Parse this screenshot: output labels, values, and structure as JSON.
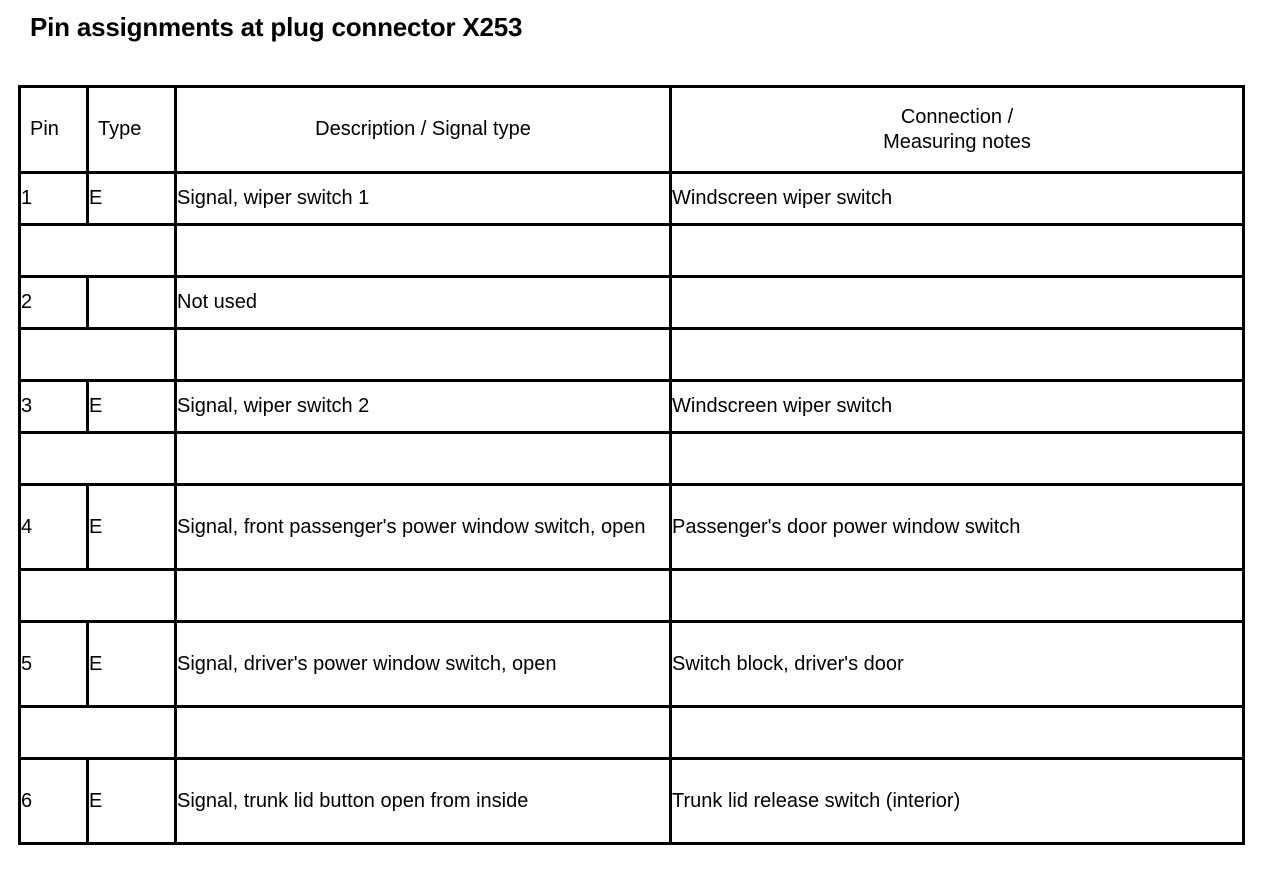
{
  "document": {
    "title": "Pin assignments at plug connector X253"
  },
  "table": {
    "headers": {
      "pin": "Pin",
      "type": "Type",
      "description": "Description / Signal type",
      "connection_line1": "Connection /",
      "connection_line2": "Measuring notes"
    },
    "rows": [
      {
        "kind": "data",
        "pin": "1",
        "type": "E",
        "description": "Signal, wiper switch 1",
        "connection": "Windscreen wiper switch",
        "multiline": false
      },
      {
        "kind": "spacer",
        "pin": "",
        "type": "",
        "description": "",
        "connection": "",
        "multiline": false
      },
      {
        "kind": "data",
        "pin": "2",
        "type": "",
        "description": "Not used",
        "connection": "",
        "multiline": false
      },
      {
        "kind": "spacer",
        "pin": "",
        "type": "",
        "description": "",
        "connection": "",
        "multiline": false
      },
      {
        "kind": "data",
        "pin": "3",
        "type": "E",
        "description": "Signal, wiper switch 2",
        "connection": "Windscreen wiper switch",
        "multiline": false
      },
      {
        "kind": "spacer",
        "pin": "",
        "type": "",
        "description": "",
        "connection": "",
        "multiline": false
      },
      {
        "kind": "data",
        "pin": "4",
        "type": "E",
        "description": "Signal, front passenger's power window switch, open",
        "connection": "Passenger's door power window switch",
        "multiline": true
      },
      {
        "kind": "spacer",
        "pin": "",
        "type": "",
        "description": "",
        "connection": "",
        "multiline": false
      },
      {
        "kind": "data",
        "pin": "5",
        "type": "E",
        "description": "Signal, driver's power window switch, open",
        "connection": "Switch block, driver's door",
        "multiline": true
      },
      {
        "kind": "spacer",
        "pin": "",
        "type": "",
        "description": "",
        "connection": "",
        "multiline": false
      },
      {
        "kind": "data",
        "pin": "6",
        "type": "E",
        "description": "Signal, trunk lid button open from inside",
        "connection": "Trunk lid release switch (interior)",
        "multiline": true
      }
    ]
  },
  "colors": {
    "border": "#000000",
    "text": "#000000",
    "background": "#ffffff"
  }
}
